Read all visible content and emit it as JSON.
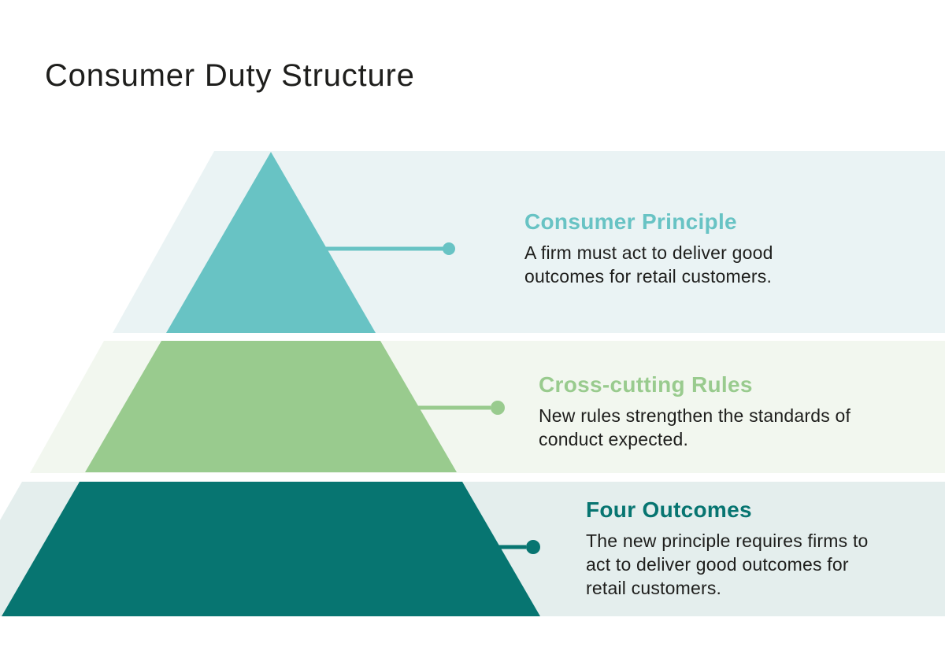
{
  "title": "Consumer Duty Structure",
  "colors": {
    "background": "#ffffff",
    "text": "#1e1e1c",
    "tier1": "#68c3c4",
    "tier2": "#99cb8e",
    "tier3": "#077571",
    "band1": "#eaf3f4",
    "band2": "#f2f7ef",
    "band3": "#e4eeed"
  },
  "tiers": [
    {
      "heading": "Consumer Principle",
      "body_lines": [
        "A firm must act to deliver good",
        "outcomes for retail customers."
      ]
    },
    {
      "heading": "Cross-cutting Rules",
      "body_lines": [
        "New rules strengthen the standards of",
        "conduct expected."
      ]
    },
    {
      "heading": "Four Outcomes",
      "body_lines": [
        "The new principle requires firms to",
        "act to deliver good outcomes for",
        "retail customers."
      ]
    }
  ]
}
